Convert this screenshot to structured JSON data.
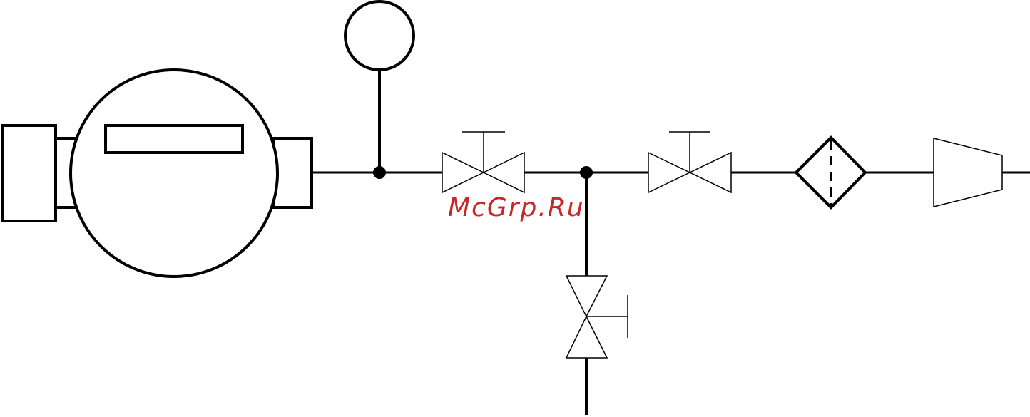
{
  "watermark": {
    "text": "McGrp.Ru",
    "color": "#c62828"
  },
  "colors": {
    "line": "#000000",
    "fill": "#ffffff"
  },
  "components": [
    {
      "name": "water-meter",
      "icon": "meter-icon"
    },
    {
      "name": "pressure-gauge",
      "icon": "gauge-icon"
    },
    {
      "name": "shutoff-valve-1",
      "icon": "gate-valve-icon"
    },
    {
      "name": "shutoff-valve-2",
      "icon": "gate-valve-icon"
    },
    {
      "name": "drain-valve",
      "icon": "gate-valve-icon"
    },
    {
      "name": "filter",
      "icon": "filter-icon"
    },
    {
      "name": "pipe-reducer",
      "icon": "reducer-icon"
    }
  ]
}
